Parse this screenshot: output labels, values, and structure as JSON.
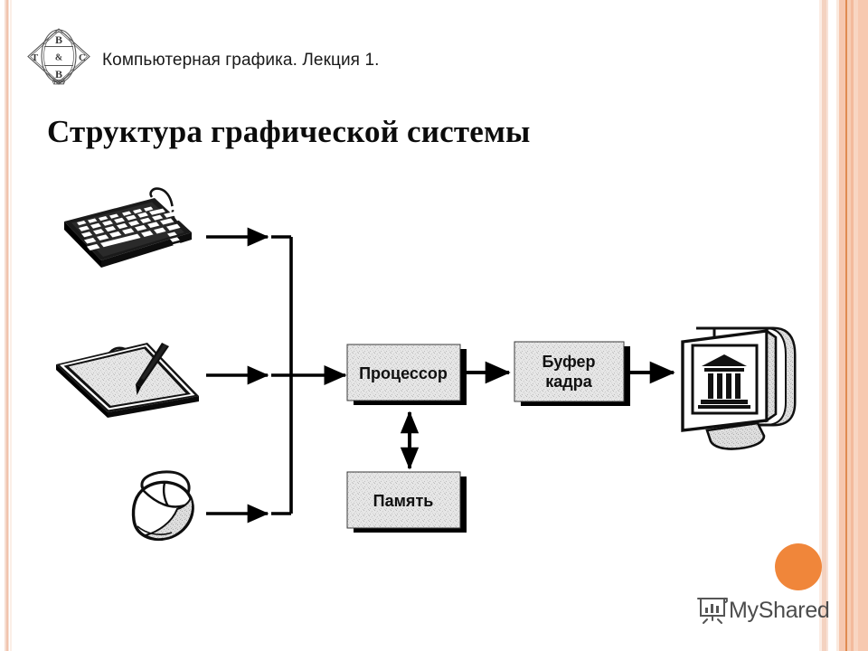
{
  "slide": {
    "header_title": "Компьютерная графика. Лекция 1.",
    "title": "Структура графической системы",
    "background_color": "#ffffff",
    "accent_color": "#f0863a",
    "border_color": "#f4d2c0"
  },
  "logo": {
    "name": "tbbc-diamond-logo",
    "letter_left": "T",
    "letter_right": "C",
    "letter_top": "B",
    "letter_middle": "&",
    "letter_bottom": "B",
    "caption": "ТРИЗ"
  },
  "diagram": {
    "type": "block-diagram",
    "inputs": [
      {
        "id": "keyboard",
        "icon": "keyboard-icon",
        "label": ""
      },
      {
        "id": "tablet",
        "icon": "graphics-tablet-icon",
        "label": ""
      },
      {
        "id": "mouse",
        "icon": "mouse-icon",
        "label": ""
      }
    ],
    "blocks": [
      {
        "id": "processor",
        "label": "Процессор",
        "fill": "#e3e3e3"
      },
      {
        "id": "framebuffer",
        "label": "Буфер\nкадра",
        "line1": "Буфер",
        "line2": "кадра",
        "fill": "#e3e3e3"
      },
      {
        "id": "memory",
        "label": "Память",
        "fill": "#e3e3e3"
      }
    ],
    "output": {
      "id": "monitor",
      "icon": "crt-monitor-icon",
      "label": ""
    },
    "connections": [
      {
        "from": "keyboard",
        "to": "bus",
        "style": "arrow"
      },
      {
        "from": "tablet",
        "to": "bus",
        "style": "arrow"
      },
      {
        "from": "mouse",
        "to": "bus",
        "style": "arrow"
      },
      {
        "from": "bus",
        "to": "processor",
        "style": "arrow"
      },
      {
        "from": "processor",
        "to": "framebuffer",
        "style": "arrow"
      },
      {
        "from": "framebuffer",
        "to": "monitor",
        "style": "arrow"
      },
      {
        "from": "processor",
        "to": "memory",
        "style": "double-arrow"
      }
    ]
  },
  "watermark": {
    "text": "MyShared",
    "icon": "myshared-presentation-icon",
    "dot_color": "#f0863a"
  }
}
